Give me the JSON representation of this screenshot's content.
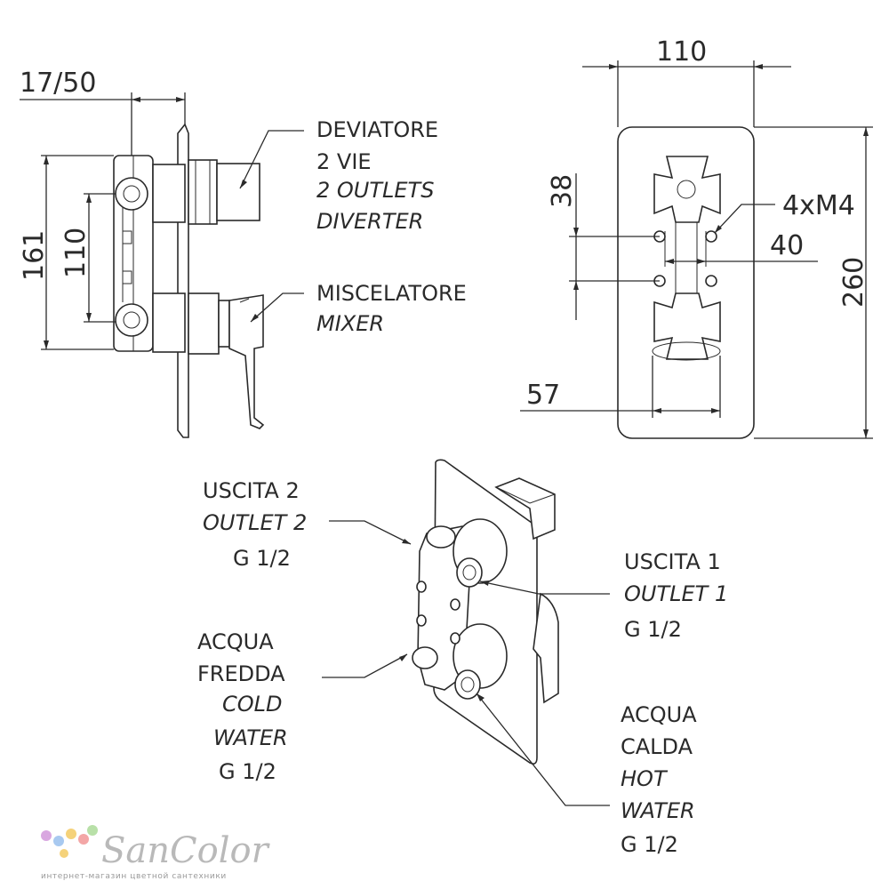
{
  "side_view": {
    "dim_depth": "17/50",
    "dim_height_outer": "161",
    "dim_height_inner": "110",
    "label_diverter": [
      "DEVIATORE",
      "2 VIE",
      "2 OUTLETS",
      "DIVERTER"
    ],
    "label_mixer": [
      "MISCELATORE",
      "MIXER"
    ]
  },
  "front_view": {
    "dim_width": "110",
    "dim_height": "260",
    "dim_spacing": "38",
    "dim_screws": "4xM4",
    "dim_screw_gap": "40",
    "dim_body": "57"
  },
  "iso_view": {
    "outlet2": [
      "USCITA 2",
      "OUTLET 2",
      "G 1/2"
    ],
    "outlet1": [
      "USCITA 1",
      "OUTLET 1",
      "G 1/2"
    ],
    "cold": [
      "ACQUA",
      "FREDDA",
      "COLD",
      "WATER",
      "G 1/2"
    ],
    "hot": [
      "ACQUA",
      "CALDA",
      "HOT",
      "WATER",
      "G 1/2"
    ]
  },
  "brand": {
    "name": "SanColor",
    "tagline": "интернет-магазин цветной сантехники",
    "colors": [
      "#d9a7e0",
      "#a8c9f0",
      "#f5d27a",
      "#f3a6a6",
      "#b8e0a8"
    ]
  }
}
